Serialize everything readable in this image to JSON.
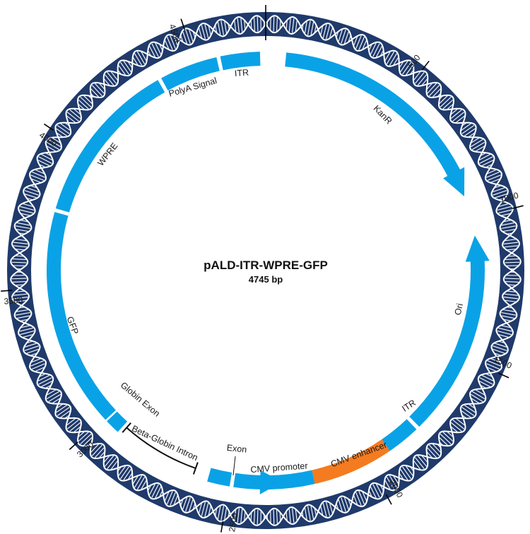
{
  "plasmid": {
    "name": "pALD-ITR-WPRE-GFP",
    "length_label": "4745 bp",
    "total_bp": 4745
  },
  "colors": {
    "feature": "#0aa2e6",
    "enhancer": "#f47b20",
    "backbone": "#1f3a6b",
    "helix_line": "#ffffff",
    "intron_line": "#111111"
  },
  "ticks": [
    "500",
    "1000",
    "1500",
    "2000",
    "2500",
    "3000",
    "3500",
    "4000",
    "4500"
  ],
  "features": [
    {
      "label": "KanR",
      "type": "arrow"
    },
    {
      "label": "Ori",
      "type": "arrow"
    },
    {
      "label": "ITR",
      "type": "box"
    },
    {
      "label": "CMV enhancer",
      "type": "box"
    },
    {
      "label": "CMV promoter",
      "type": "arrow"
    },
    {
      "label": "Exon",
      "type": "box"
    },
    {
      "label": "Beta-Globin Intron",
      "type": "line"
    },
    {
      "label": "Globin Exon",
      "type": "box"
    },
    {
      "label": "GFP",
      "type": "box"
    },
    {
      "label": "WPRE",
      "type": "box"
    },
    {
      "label": "PolyA Signal",
      "type": "box"
    },
    {
      "label": "ITR",
      "type": "box"
    }
  ]
}
